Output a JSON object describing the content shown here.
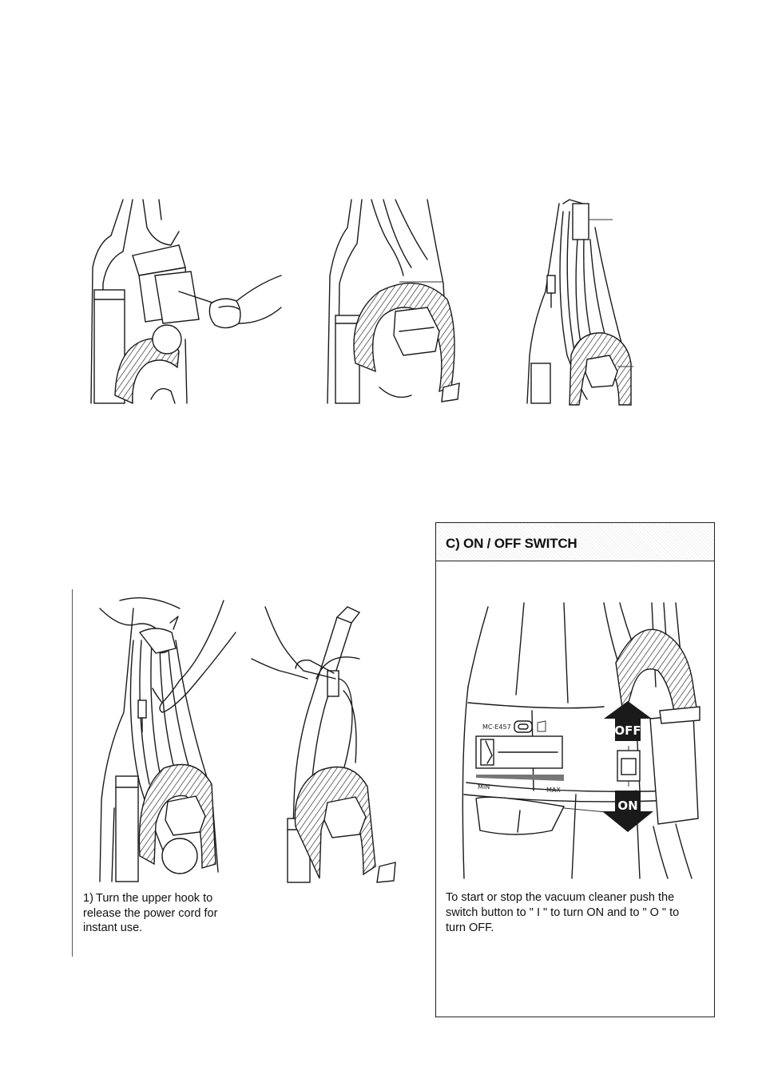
{
  "switch_section": {
    "title": "C) ON / OFF SWITCH",
    "body": "To start or stop the vacuum cleaner push the switch button to \" I \" to turn ON and to \" O \" to turn OFF.",
    "model_label": "MC-E457",
    "min_label": "MIN",
    "max_label": "MAX",
    "off_label": "OFF",
    "on_label": "ON"
  },
  "cord_steps": {
    "step1_number": "1)",
    "step1_text": "Turn the upper hook to release the power cord for instant use."
  }
}
